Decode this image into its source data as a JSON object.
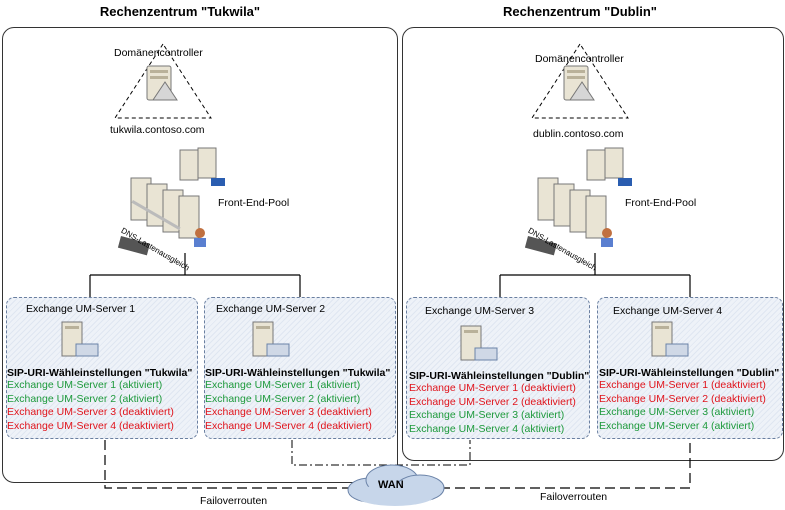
{
  "datacenters": [
    {
      "title": "Rechenzentrum \"Tukwila\"",
      "dc_label": "Domänencontroller",
      "domain": "tukwila.contoso.com",
      "pool_label": "Front-End-Pool",
      "dns_label": "DNS-Lastenausgleich",
      "um_servers": [
        {
          "name": "Exchange UM-Server 1",
          "sip_title": "SIP-URI-Wähleinstellungen \"Tukwila\"",
          "entries": [
            {
              "text": "Exchange UM-Server 1 (aktiviert)",
              "status": "green"
            },
            {
              "text": "Exchange UM-Server 2 (aktiviert)",
              "status": "green"
            },
            {
              "text": "Exchange UM-Server 3 (deaktiviert)",
              "status": "red"
            },
            {
              "text": "Exchange UM-Server 4 (deaktiviert)",
              "status": "red"
            }
          ]
        },
        {
          "name": "Exchange UM-Server 2",
          "sip_title": "SIP-URI-Wähleinstellungen \"Tukwila\"",
          "entries": [
            {
              "text": "Exchange UM-Server 1 (aktiviert)",
              "status": "green"
            },
            {
              "text": "Exchange UM-Server 2 (aktiviert)",
              "status": "green"
            },
            {
              "text": "Exchange UM-Server 3 (deaktiviert)",
              "status": "red"
            },
            {
              "text": "Exchange UM-Server 4 (deaktiviert)",
              "status": "red"
            }
          ]
        }
      ]
    },
    {
      "title": "Rechenzentrum \"Dublin\"",
      "dc_label": "Domänencontroller",
      "domain": "dublin.contoso.com",
      "pool_label": "Front-End-Pool",
      "dns_label": "DNS-Lastenausgleich",
      "um_servers": [
        {
          "name": "Exchange UM-Server 3",
          "sip_title": "SIP-URI-Wähleinstellungen \"Dublin\"",
          "entries": [
            {
              "text": "Exchange UM-Server 1 (deaktiviert)",
              "status": "red"
            },
            {
              "text": "Exchange UM-Server 2 (deaktiviert)",
              "status": "red"
            },
            {
              "text": "Exchange UM-Server 3 (aktiviert)",
              "status": "green"
            },
            {
              "text": "Exchange UM-Server 4 (aktiviert)",
              "status": "green"
            }
          ]
        },
        {
          "name": "Exchange UM-Server 4",
          "sip_title": "SIP-URI-Wähleinstellungen \"Dublin\"",
          "entries": [
            {
              "text": "Exchange UM-Server 1 (deaktiviert)",
              "status": "red"
            },
            {
              "text": "Exchange UM-Server 2 (deaktiviert)",
              "status": "red"
            },
            {
              "text": "Exchange UM-Server 3 (aktiviert)",
              "status": "green"
            },
            {
              "text": "Exchange UM-Server 4 (aktiviert)",
              "status": "green"
            }
          ]
        }
      ]
    }
  ],
  "wan_label": "WAN",
  "failover_label_left": "Failoverrouten",
  "failover_label_right": "Failoverrouten",
  "colors": {
    "enabled": "#1e9a3c",
    "disabled": "#e0141c",
    "um_border": "#6a7fa0"
  }
}
